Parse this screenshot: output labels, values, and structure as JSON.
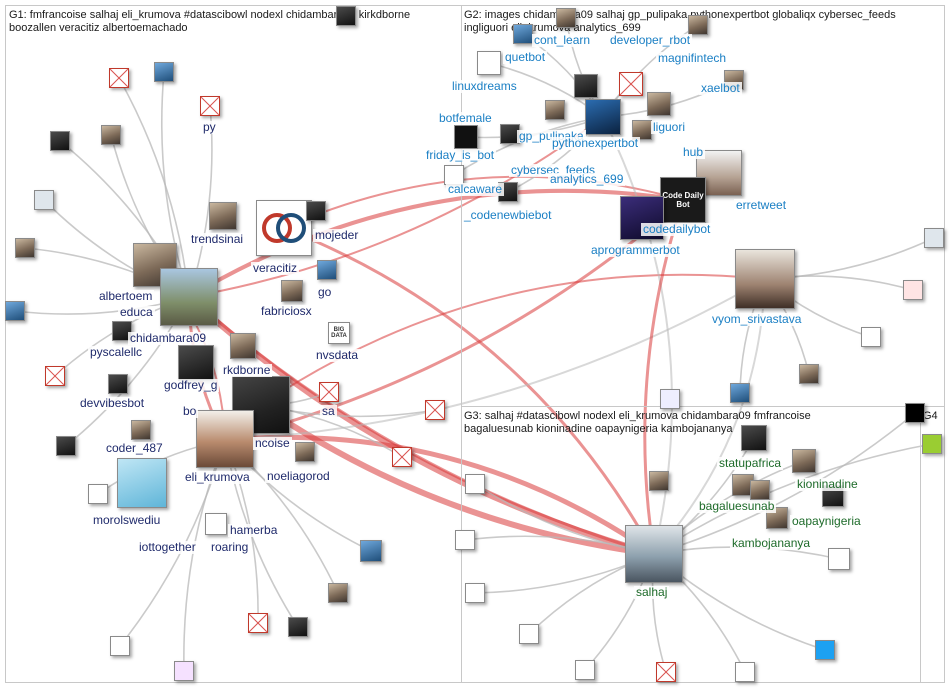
{
  "groups": [
    {
      "id": "G1",
      "title": "G1: fmfrancoise salhaj eli_krumova #datascibowl nodexl chidambara09 kirkdborne",
      "title2": "boozallen veracitiz albertoemachado"
    },
    {
      "id": "G2",
      "title": "G2: images chidambara09 salhaj gp_pulipaka pythonexpertbot globaliqx cybersec_feeds",
      "title2": "ingliguori eli_krumova analytics_699"
    },
    {
      "id": "G3",
      "title": "G3: salhaj #datascibowl nodexl eli_krumova chidambara09 fmfrancoise",
      "title2": "bagaluesunab kioninadine oapaynigeria kambojananya"
    },
    {
      "id": "G4",
      "title": "G4",
      "title2": ""
    }
  ],
  "node_labels": {
    "g1": [
      "py",
      "trendsinai",
      "mojeder",
      "veracitiz",
      "go",
      "albertoem",
      "educa",
      "fabriciosx",
      "chidambara09",
      "pyscalellc",
      "nvsdata",
      "rkdborne",
      "godfrey_g",
      "devvibesbot",
      "bo",
      "sa",
      "ncoise",
      "coder_487",
      "eli_krumova",
      "noeliagorod",
      "morolswediu",
      "hamerba",
      "iottogether",
      "roaring"
    ],
    "g2": [
      "cont_learn",
      "developer_rbot",
      "quetbot",
      "magnifintech",
      "linuxdreams",
      "xaelbot",
      "botfemale",
      "gp_pulipaka",
      "liguori",
      "pythonexpertbot",
      "friday_is_bot",
      "cybersec_feeds",
      "hub",
      "analytics_699",
      "calcaware",
      "_codenewbiebot",
      "codedailybot",
      "aprogrammerbot",
      "vyom_srivastava",
      "erretweet"
    ],
    "g3": [
      "statupafrica",
      "kioninadine",
      "bagaluesunab",
      "oapaynigeria",
      "kambojananya",
      "salhaj"
    ]
  },
  "colors": {
    "edge_red": "#d93b3b",
    "edge_gray": "#b8b8b8",
    "g1_text": "#1f2a6b",
    "g2_text": "#1a7fc4",
    "g3_text": "#1e6b2a"
  },
  "icons": {
    "code_daily_bot": "Code Daily Bot",
    "big_data": "BIG DATA"
  }
}
